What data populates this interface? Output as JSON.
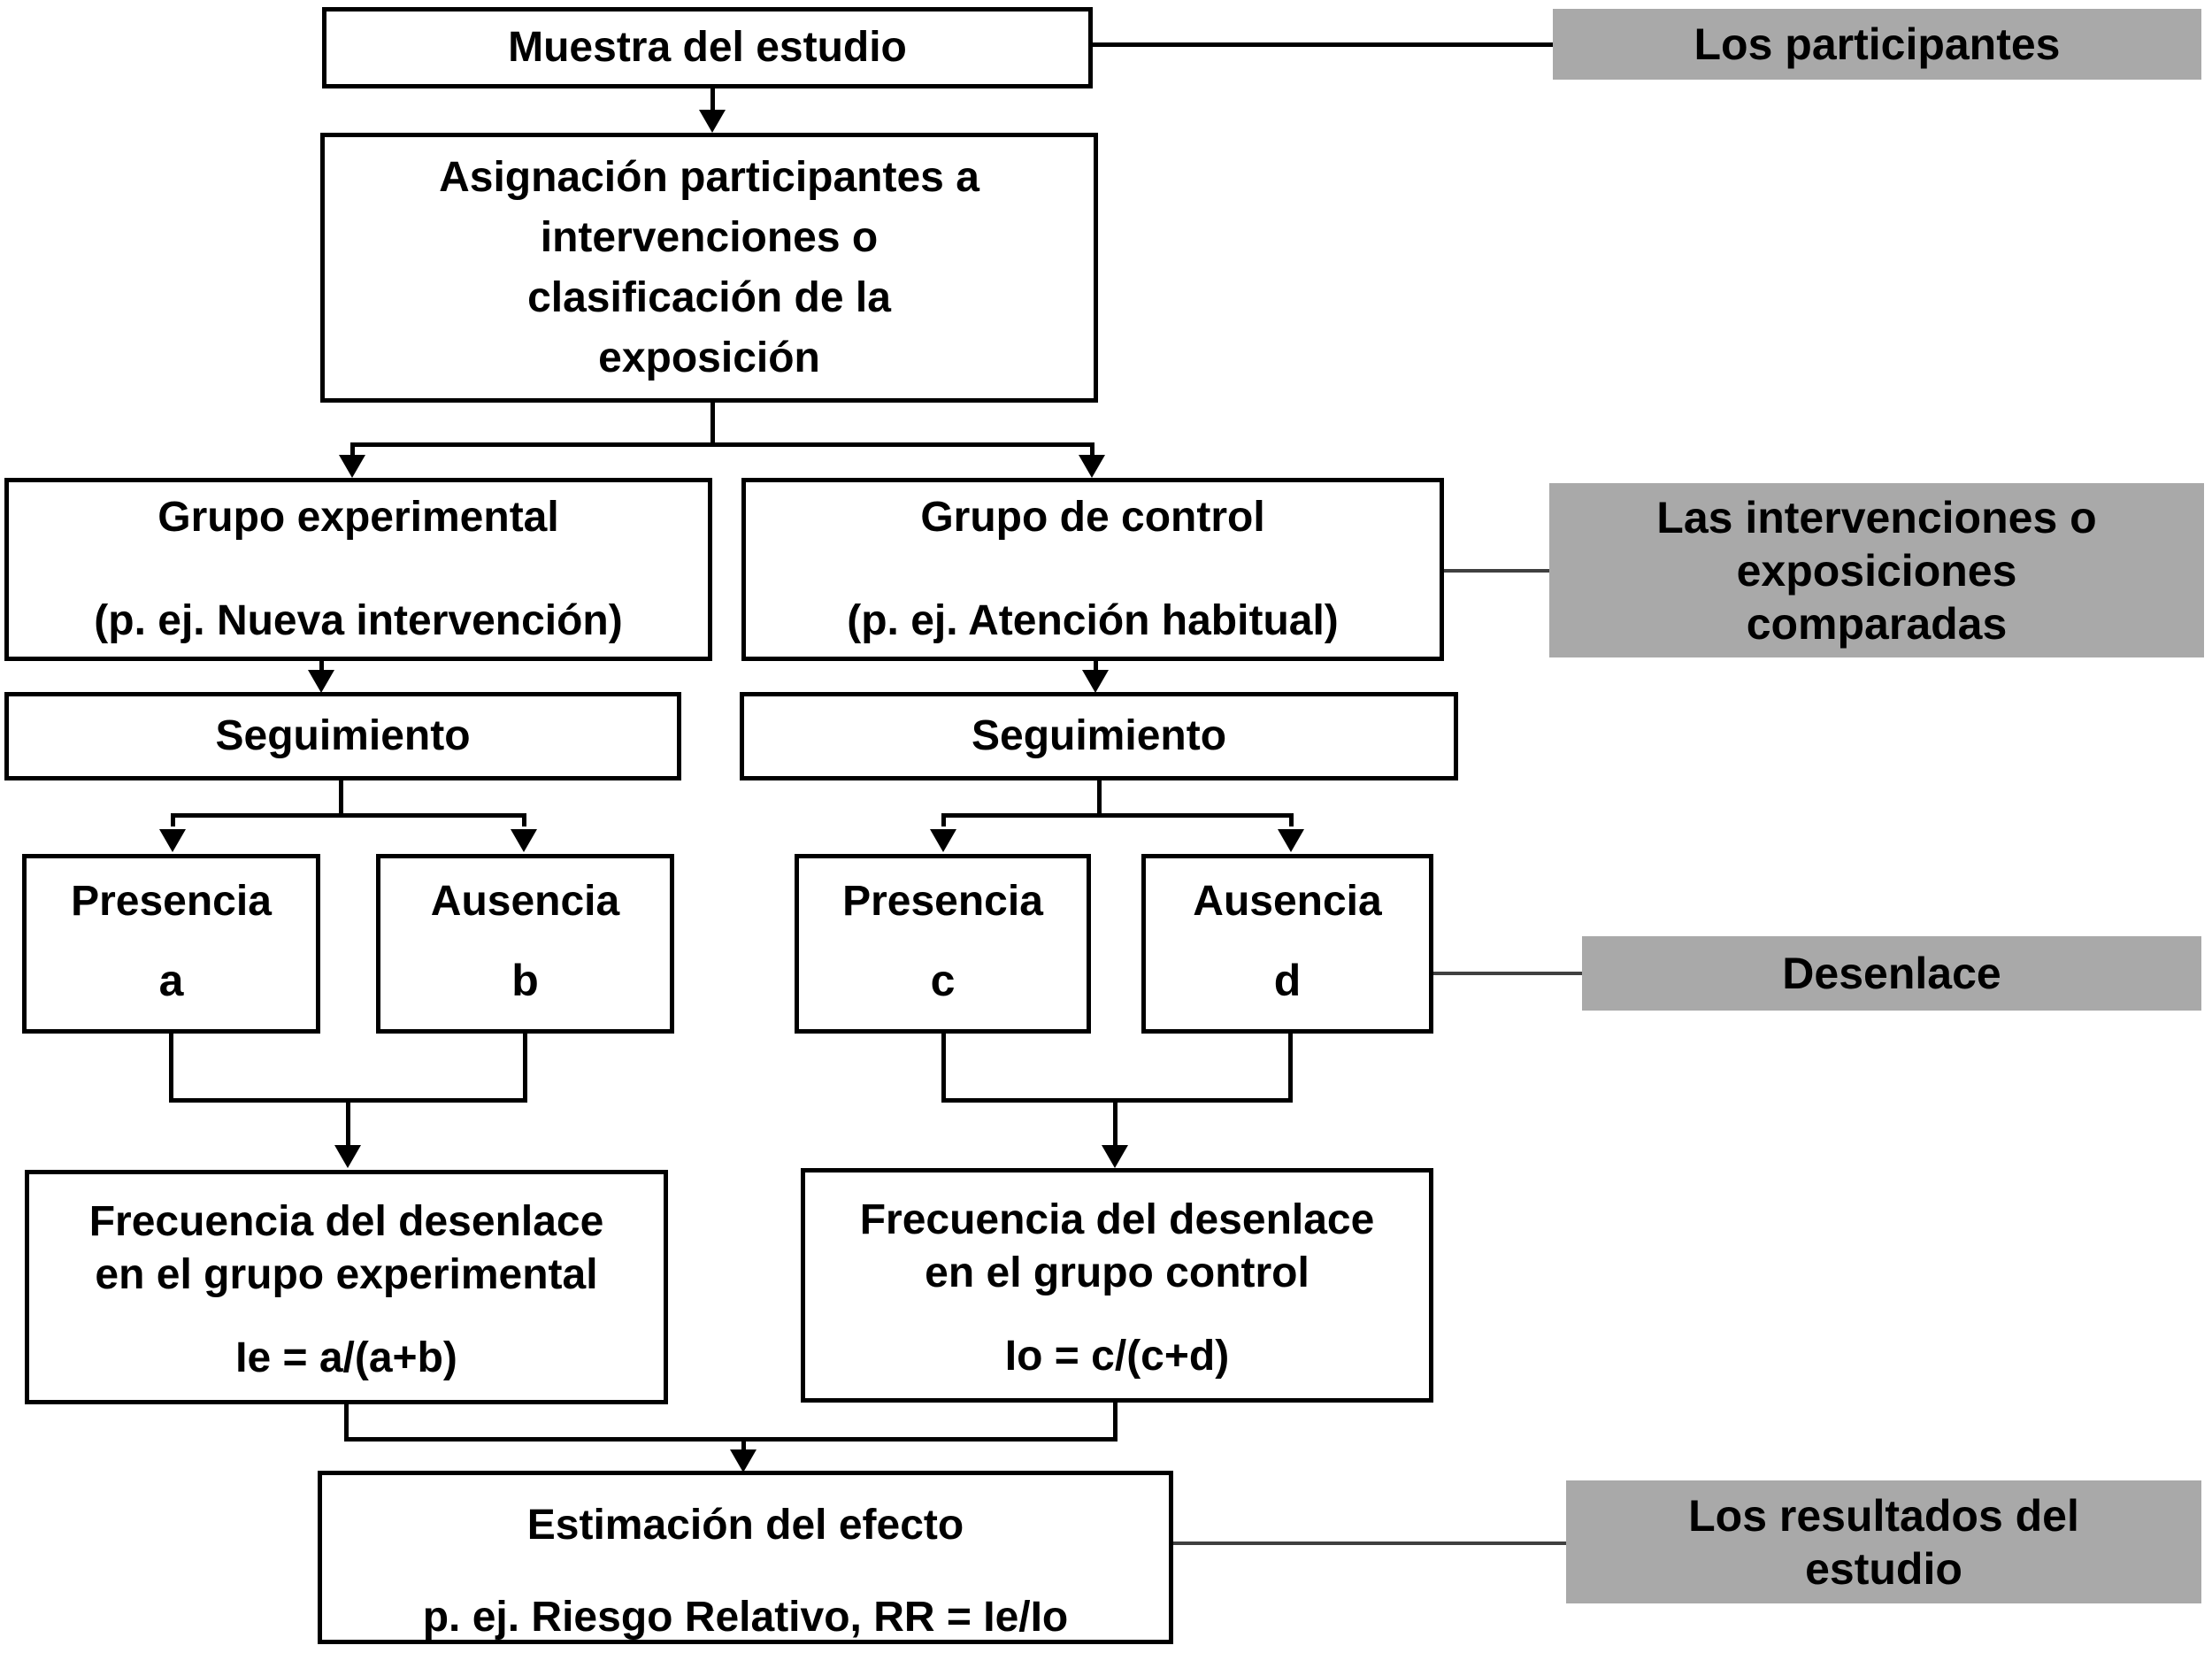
{
  "colors": {
    "background": "#ffffff",
    "node_fill": "#ffffff",
    "node_border": "#000000",
    "node_text": "#000000",
    "side_label_fill": "#a9a9a9",
    "flow_line": "#000000",
    "side_label_connector": "#404040"
  },
  "nodes": {
    "muestra": {
      "title": "Muestra del estudio"
    },
    "asignacion": {
      "lines": [
        "Asignación participantes a",
        "intervenciones o",
        "clasificación de la",
        "exposición"
      ]
    },
    "grupo_experimental": {
      "title": "Grupo experimental",
      "subtitle": "(p. ej. Nueva intervención)"
    },
    "grupo_control": {
      "title": "Grupo de control",
      "subtitle": "(p. ej. Atención habitual)"
    },
    "seguimiento_izquierda": {
      "title": "Seguimiento"
    },
    "seguimiento_derecha": {
      "title": "Seguimiento"
    },
    "presencia_a": {
      "title": "Presencia",
      "cell": "a"
    },
    "ausencia_b": {
      "title": "Ausencia",
      "cell": "b"
    },
    "presencia_c": {
      "title": "Presencia",
      "cell": "c"
    },
    "ausencia_d": {
      "title": "Ausencia",
      "cell": "d"
    },
    "frecuencia_experimental": {
      "line1": "Frecuencia del desenlace",
      "line2": "en el grupo experimental",
      "formula": "Ie = a/(a+b)"
    },
    "frecuencia_control": {
      "line1": "Frecuencia del desenlace",
      "line2": "en el grupo control",
      "formula": "Io = c/(c+d)"
    },
    "estimacion": {
      "title": "Estimación del efecto",
      "subtitle": "p. ej. Riesgo Relativo, RR = Ie/Io"
    }
  },
  "side_labels": {
    "participantes": {
      "lines": [
        "Los participantes"
      ]
    },
    "intervenciones": {
      "lines": [
        "Las intervenciones o",
        "exposiciones",
        "comparadas"
      ]
    },
    "desenlace": {
      "lines": [
        "Desenlace"
      ]
    },
    "resultados": {
      "lines": [
        "Los resultados del",
        "estudio"
      ]
    }
  }
}
